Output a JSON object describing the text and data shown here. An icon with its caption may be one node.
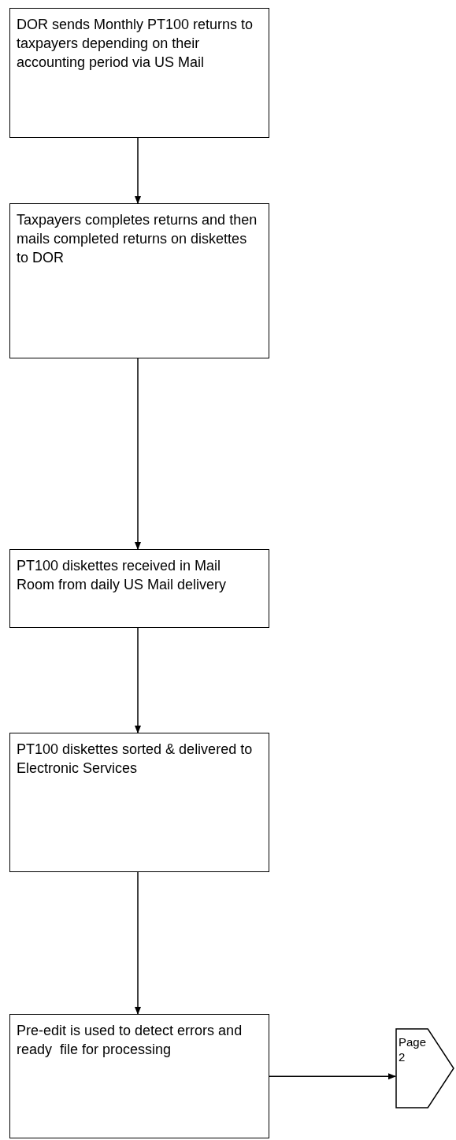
{
  "diagram": {
    "nodes": [
      {
        "text": [
          "DOR sends Monthly PT100 returns to taxpayers depending on their accounting period via US Mail"
        ]
      },
      {
        "text": [
          "Taxpayers completes returns and then mails completed returns on diskettes to DOR"
        ]
      },
      {
        "text": [
          "PT100 diskettes received in Mail Room from daily US Mail delivery"
        ]
      },
      {
        "text": [
          "PT100 diskettes sorted & delivered to Electronic Services"
        ]
      },
      {
        "text": [
          "Pre-edit is used to detect errors and ready  file for processing"
        ]
      },
      {
        "text": [
          "Page 2"
        ]
      }
    ],
    "edges": [
      {
        "from": 0,
        "to": 1,
        "arrow": "to"
      },
      {
        "from": 1,
        "to": 2,
        "arrow": "to"
      },
      {
        "from": 2,
        "to": 3,
        "arrow": "to"
      },
      {
        "from": 3,
        "to": 4,
        "arrow": "to"
      },
      {
        "from": 4,
        "to": 5,
        "arrow": "to"
      }
    ]
  }
}
